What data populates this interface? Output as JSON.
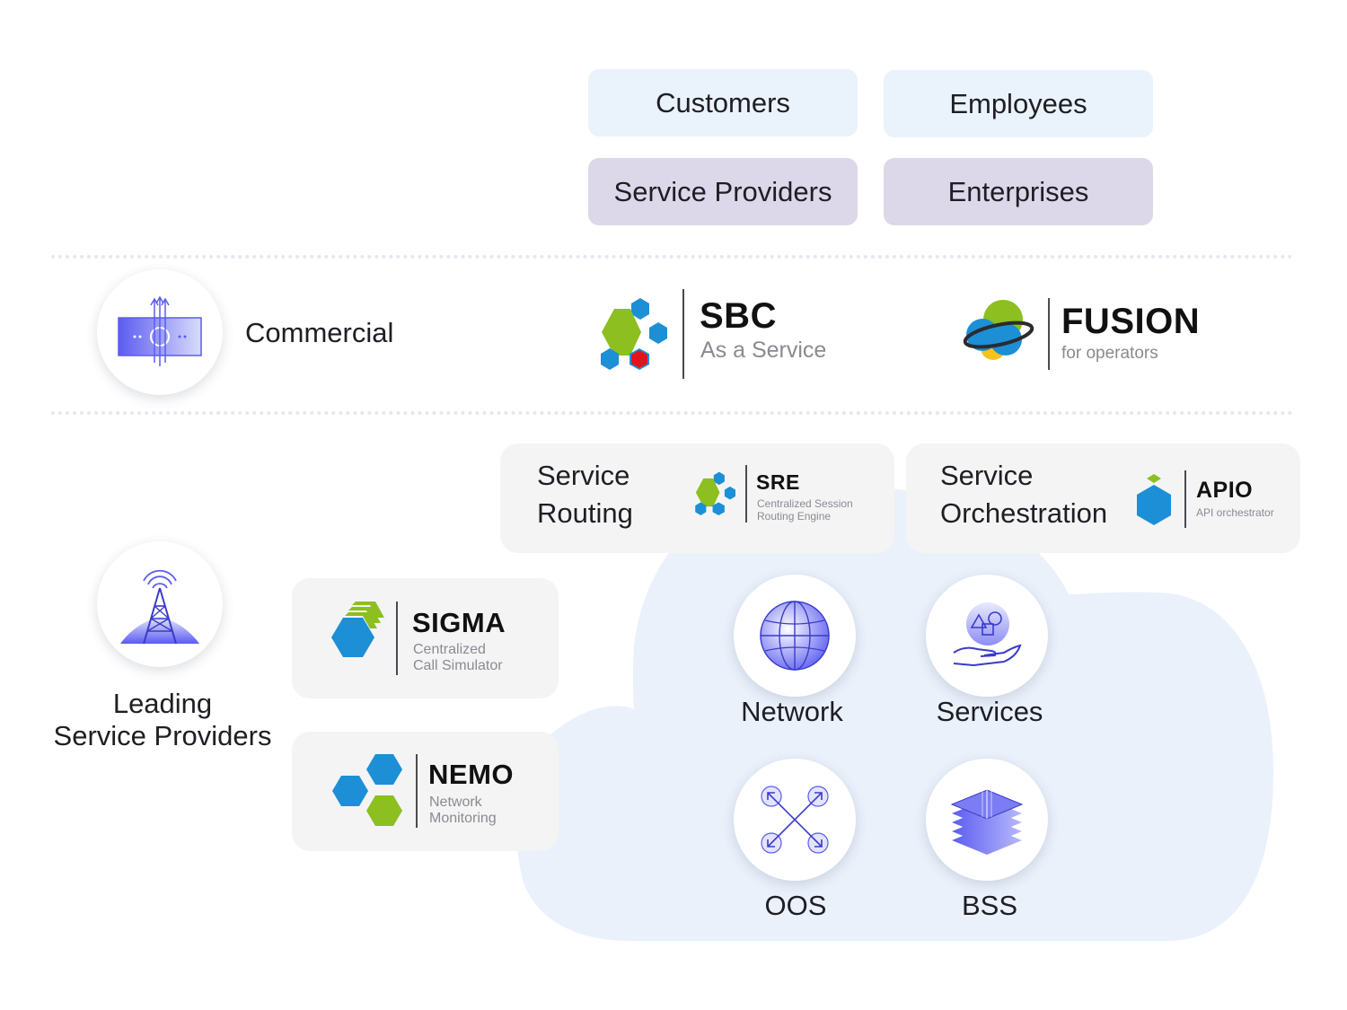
{
  "audiences": {
    "customers": "Customers",
    "employees": "Employees",
    "service_providers": "Service Providers",
    "enterprises": "Enterprises"
  },
  "commercial": {
    "label": "Commercial",
    "sbc": {
      "title": "SBC",
      "subtitle": "As a Service"
    },
    "fusion": {
      "title": "FUSION",
      "subtitle": "for operators"
    }
  },
  "leading": {
    "label_line1": "Leading",
    "label_line2": "Service Providers"
  },
  "products": {
    "service_routing": {
      "label_line1": "Service",
      "label_line2": "Routing",
      "title": "SRE",
      "sub_line1": "Centralized Session",
      "sub_line2": "Routing Engine"
    },
    "service_orchestration": {
      "label_line1": "Service",
      "label_line2": "Orchestration",
      "title": "APIO",
      "subtitle": "API orchestrator"
    },
    "sigma": {
      "title": "SIGMA",
      "sub_line1": "Centralized",
      "sub_line2": "Call Simulator"
    },
    "nemo": {
      "title": "NEMO",
      "sub_line1": "Network",
      "sub_line2": "Monitoring"
    }
  },
  "cloud_items": {
    "network": "Network",
    "services": "Services",
    "oos": "OOS",
    "bss": "BSS"
  },
  "colors": {
    "blue_pill": "#eaf2fb",
    "purple_pill": "#dcd8ea",
    "cloud": "#eaf1fb",
    "hex_blue": "#1c8fd6",
    "hex_green": "#8cbf1f",
    "hex_red": "#e3141b",
    "icon_violet": "#5b5cf0"
  }
}
